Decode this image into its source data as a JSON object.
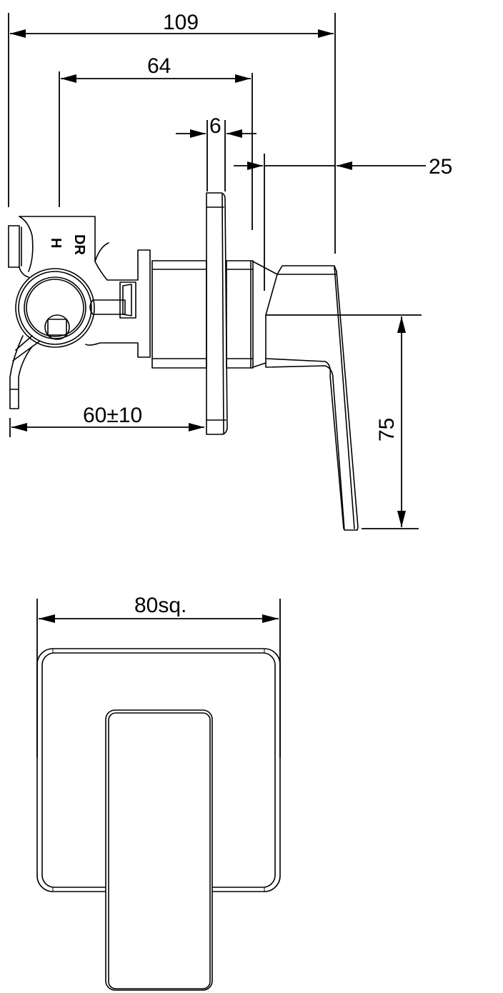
{
  "drawing": {
    "type": "technical-dimension-drawing",
    "subject": "concealed shower mixer with square wall plate and lever handle",
    "views": {
      "side_view": {
        "dimensions": {
          "overall_depth": "109",
          "body_to_plate_face": "64",
          "plate_thickness": "6",
          "handle_offset": "25",
          "wall_adjustment": "60±10",
          "handle_length": "75"
        },
        "body_markings": {
          "hot_marking": "H",
          "direction_marking": "DR"
        }
      },
      "front_view": {
        "dimensions": {
          "plate_size": "80sq."
        }
      }
    },
    "colors": {
      "line": "#000000",
      "background": "#ffffff"
    }
  }
}
